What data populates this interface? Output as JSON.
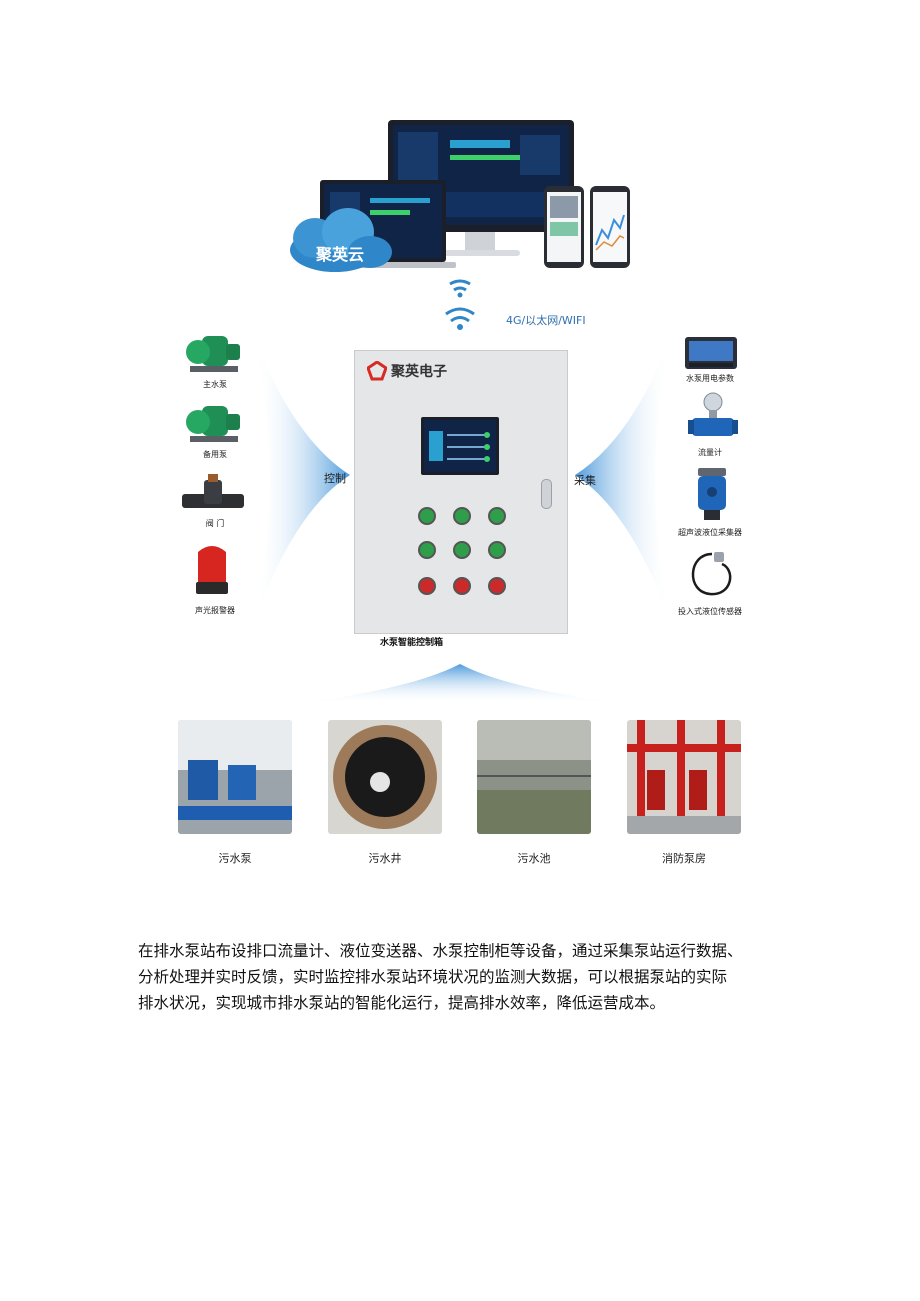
{
  "figure": {
    "cloud_brand": "聚英云",
    "network_label": "4G/以太网/WIFI",
    "cabinet_brand": "聚英电子",
    "cabinet_caption": "水泵智能控制箱",
    "control_label": "控制",
    "collect_label": "采集",
    "control_devices": [
      "主水泵",
      "备用泵",
      "阀 门",
      "声光报警器"
    ],
    "collect_devices": [
      "水泵用电参数",
      "流量计",
      "超声波液位采集器",
      "投入式液位传感器"
    ],
    "sites": [
      "污水泵",
      "污水井",
      "污水池",
      "消防泵房"
    ]
  },
  "paragraph": {
    "lines": [
      "在排水泵站布设排口流量计、液位变送器、水泵控制柜等设备，通过采集泵站运行数据、",
      "分析处理并实时反馈，实时监控排水泵站环境状况的监测大数据，可以根据泵站的实际",
      "排水状况，实现城市排水泵站的智能化运行，提高排水效率，降低运营成本。"
    ]
  },
  "colors": {
    "cabinet": "#e4e6e7",
    "blue_glow": "#3a8fd8",
    "green_button": "#2e9e4a",
    "red_button": "#cc2a2a"
  }
}
